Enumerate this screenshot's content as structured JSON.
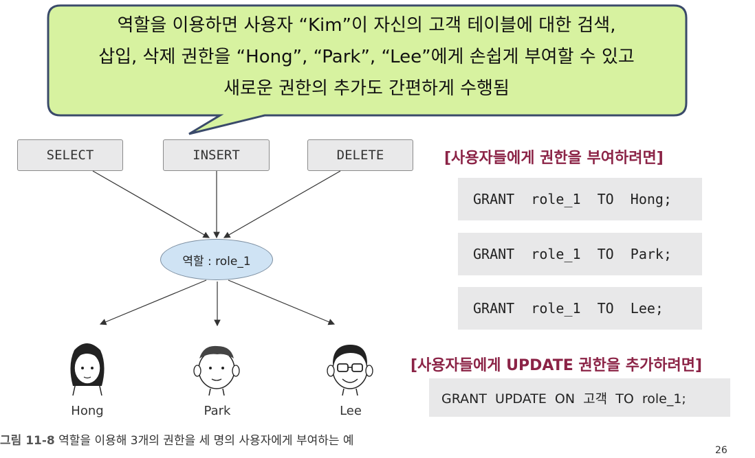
{
  "callout": {
    "line1": "역할을 이용하면 사용자 “Kim”이 자신의 고객 테이블에 대한 검색,",
    "line2": "삽입, 삭제 권한을 “Hong”, “Park”, “Lee”에게 손쉽게 부여할 수 있고",
    "line3": "새로운 권한의 추가도 간편하게 수행됨",
    "fill_color": "#d7f2a0",
    "border_color": "#3a4a6a"
  },
  "privileges": [
    "SELECT",
    "INSERT",
    "DELETE"
  ],
  "role": {
    "label": "역할 : role_1"
  },
  "users": [
    "Hong",
    "Park",
    "Lee"
  ],
  "grant_section": {
    "title": "[사용자들에게 권한을 부여하려면]",
    "statements": [
      "GRANT  role_1  TO  Hong;",
      "GRANT  role_1  TO  Park;",
      "GRANT  role_1  TO  Lee;"
    ]
  },
  "update_section": {
    "title": "[사용자들에게 UPDATE 권한을 추가하려면]",
    "statement": "GRANT  UPDATE  ON  고객  TO  role_1;"
  },
  "caption": {
    "label": "그림 11-8",
    "text": "역할을 이용해 3개의 권한을 세 명의 사용자에게 부여하는 예"
  },
  "page_number": "26",
  "colors": {
    "title_red": "#8b2346",
    "ellipse_fill": "#cfe3f4"
  }
}
